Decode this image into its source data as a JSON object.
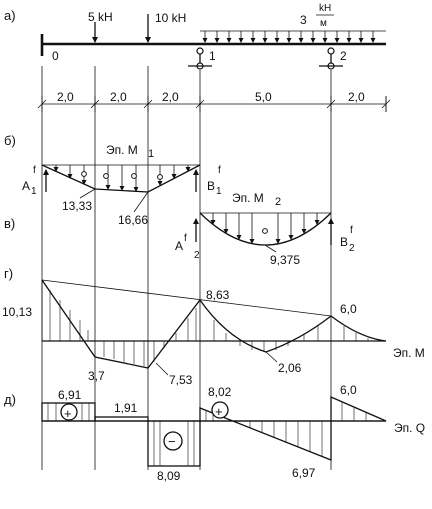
{
  "labels": {
    "a": "а)",
    "b": "б)",
    "v": "в)",
    "g": "г)",
    "d": "д)"
  },
  "loads": {
    "p1": "5 kH",
    "p2": "10 kH",
    "q_num": "3",
    "q_frac_top": "kH",
    "q_frac_bot": "м"
  },
  "supports": {
    "s0": "0",
    "s1": "1",
    "s2": "2"
  },
  "dims": [
    "2,0",
    "2,0",
    "2,0",
    "5,0",
    "2,0"
  ],
  "m1": {
    "title": "Эп. М",
    "sub": "1",
    "val1": "13,33",
    "val2": "16,66",
    "left": "A",
    "left_sub": "1",
    "right": "B",
    "right_sub": "1",
    "sup": "f"
  },
  "m2": {
    "title": "Эп. М",
    "sub": "2",
    "val": "9,375",
    "left": "A",
    "left_sub": "2",
    "right": "B",
    "right_sub": "2",
    "sup": "f"
  },
  "moment": {
    "title": "Эп. М",
    "v1": "10,13",
    "v2": "3,7",
    "v3": "7,53",
    "v4": "8,63",
    "v5": "2,06",
    "v6": "6,0"
  },
  "shear": {
    "title": "Эп. Q",
    "v1": "6,91",
    "v2": "1,91",
    "v3": "8,09",
    "v4": "8,02",
    "v5": "6,97",
    "v6": "6,0",
    "plus": "+",
    "minus": "−"
  }
}
